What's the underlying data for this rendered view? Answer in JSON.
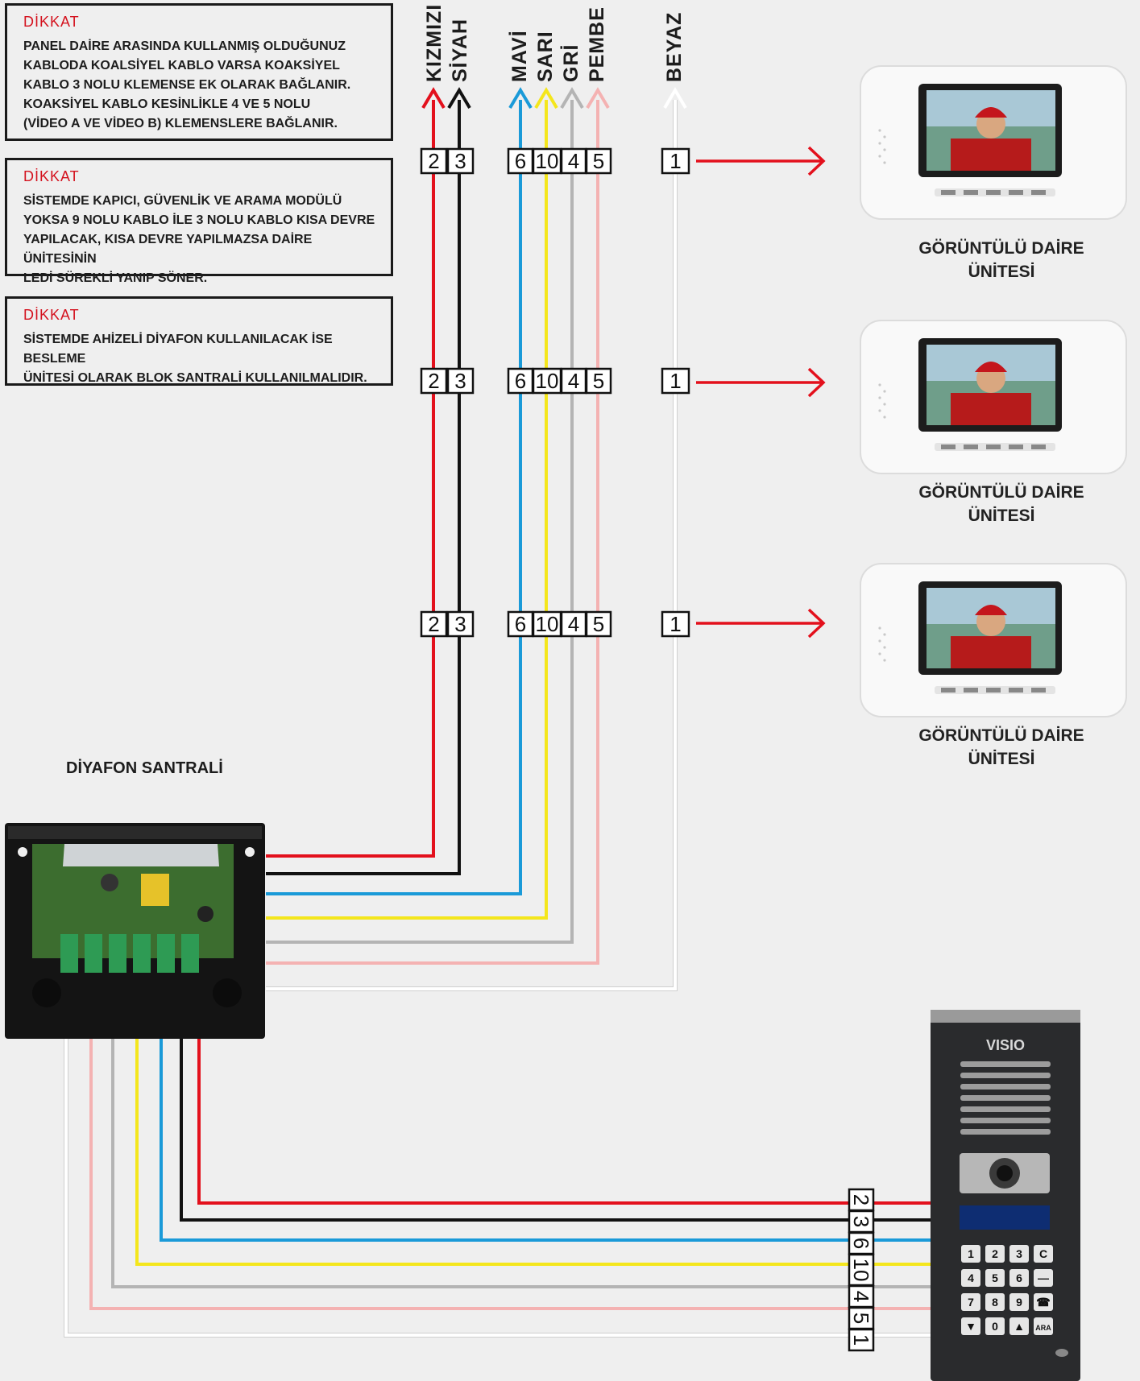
{
  "notes": [
    {
      "title": "DİKKAT",
      "lines": [
        "PANEL DAİRE ARASINDA KULLANMIŞ OLDUĞUNUZ",
        "KABLODA KOALSİYEL KABLO VARSA KOAKSİYEL",
        "KABLO 3 NOLU KLEMENSE EK OLARAK BAĞLANIR.",
        "KOAKSİYEL KABLO KESİNLİKLE 4 VE 5 NOLU",
        "(VİDEO A VE VİDEO B) KLEMENSLERE BAĞLANIR."
      ]
    },
    {
      "title": "DİKKAT",
      "lines": [
        "SİSTEMDE KAPICI, GÜVENLİK VE ARAMA MODÜLÜ",
        "YOKSA 9 NOLU KABLO İLE 3 NOLU KABLO KISA DEVRE",
        "YAPILACAK, KISA DEVRE YAPILMAZSA DAİRE ÜNİTESİNİN",
        "LEDİ SÜREKLİ YANIP SÖNER."
      ]
    },
    {
      "title": "DİKKAT",
      "lines": [
        "SİSTEMDE AHİZELİ DİYAFON KULLANILACAK İSE BESLEME",
        "ÜNİTESİ OLARAK BLOK SANTRALİ KULLANILMALIDIR."
      ]
    }
  ],
  "wires": [
    {
      "label": "KIZMIZI",
      "terminal": "2",
      "color": "#e3101c"
    },
    {
      "label": "SİYAH",
      "terminal": "3",
      "color": "#111111"
    },
    {
      "label": "MAVİ",
      "terminal": "6",
      "color": "#1a9ad8"
    },
    {
      "label": "SARI",
      "terminal": "10",
      "color": "#f4e61c"
    },
    {
      "label": "GRİ",
      "terminal": "4",
      "color": "#b4b4b4"
    },
    {
      "label": "PEMBE",
      "terminal": "5",
      "color": "#f4b2b2"
    },
    {
      "label": "BEYAZ",
      "terminal": "1",
      "color": "#ffffff"
    }
  ],
  "units": [
    {
      "label_line1": "GÖRÜNTÜLÜ DAİRE",
      "label_line2": "ÜNİTESİ"
    },
    {
      "label_line1": "GÖRÜNTÜLÜ DAİRE",
      "label_line2": "ÜNİTESİ"
    },
    {
      "label_line1": "GÖRÜNTÜLÜ DAİRE",
      "label_line2": "ÜNİTESİ"
    }
  ],
  "santral": {
    "title": "DİYAFON SANTRALİ"
  },
  "door_panel": {
    "brand": "VISIO",
    "keys": [
      "1",
      "2",
      "3",
      "C",
      "4",
      "5",
      "6",
      "—",
      "7",
      "8",
      "9",
      "☎",
      "▼",
      "0",
      "▲",
      "ARA"
    ]
  },
  "colors": {
    "arrow": "#e3101c",
    "background": "#efefef"
  },
  "icons": [
    "arrow-right-icon",
    "arrow-up-icon",
    "call-icon"
  ]
}
